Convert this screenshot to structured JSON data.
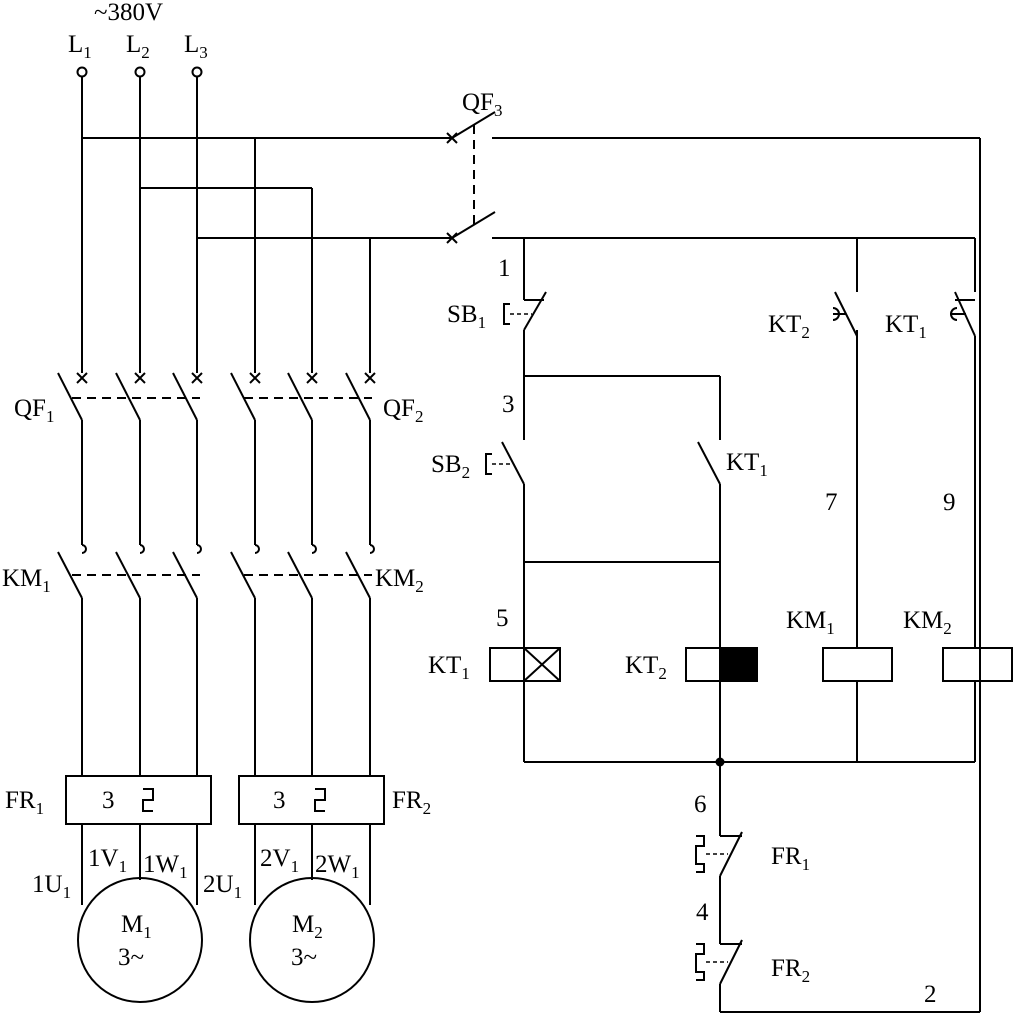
{
  "supply": {
    "voltage": "~380V",
    "phases": [
      {
        "main": "L",
        "sub": "1"
      },
      {
        "main": "L",
        "sub": "2"
      },
      {
        "main": "L",
        "sub": "3"
      }
    ]
  },
  "breakers": {
    "qf1": {
      "main": "QF",
      "sub": "1"
    },
    "qf2": {
      "main": "QF",
      "sub": "2"
    },
    "qf3": {
      "main": "QF",
      "sub": "3"
    }
  },
  "contactors": {
    "km1": {
      "main": "KM",
      "sub": "1"
    },
    "km2": {
      "main": "KM",
      "sub": "2"
    }
  },
  "overloads": {
    "fr1": {
      "main": "FR",
      "sub": "1",
      "count": "3"
    },
    "fr2": {
      "main": "FR",
      "sub": "2",
      "count": "3"
    }
  },
  "terminals": {
    "m1": [
      {
        "main": "1U",
        "sub": "1"
      },
      {
        "main": "1V",
        "sub": "1"
      },
      {
        "main": "1W",
        "sub": "1"
      }
    ],
    "m2": [
      {
        "main": "2U",
        "sub": "1"
      },
      {
        "main": "2V",
        "sub": "1"
      },
      {
        "main": "2W",
        "sub": "1"
      }
    ]
  },
  "motors": {
    "m1": {
      "main": "M",
      "sub": "1",
      "phase": "3~"
    },
    "m2": {
      "main": "M",
      "sub": "2",
      "phase": "3~"
    }
  },
  "control": {
    "sb1": {
      "main": "SB",
      "sub": "1"
    },
    "sb2": {
      "main": "SB",
      "sub": "2"
    },
    "kt1_contact": {
      "main": "KT",
      "sub": "1"
    },
    "kt2_contact": {
      "main": "KT",
      "sub": "2"
    },
    "kt1_delay_contact": {
      "main": "KT",
      "sub": "1"
    },
    "kt1_coil": {
      "main": "KT",
      "sub": "1"
    },
    "kt2_coil": {
      "main": "KT",
      "sub": "2"
    },
    "km1_coil": {
      "main": "KM",
      "sub": "1"
    },
    "km2_coil": {
      "main": "KM",
      "sub": "2"
    },
    "fr1_contact": {
      "main": "FR",
      "sub": "1"
    },
    "fr2_contact": {
      "main": "FR",
      "sub": "2"
    }
  },
  "nodes": [
    "1",
    "3",
    "5",
    "7",
    "9",
    "6",
    "4",
    "2"
  ]
}
